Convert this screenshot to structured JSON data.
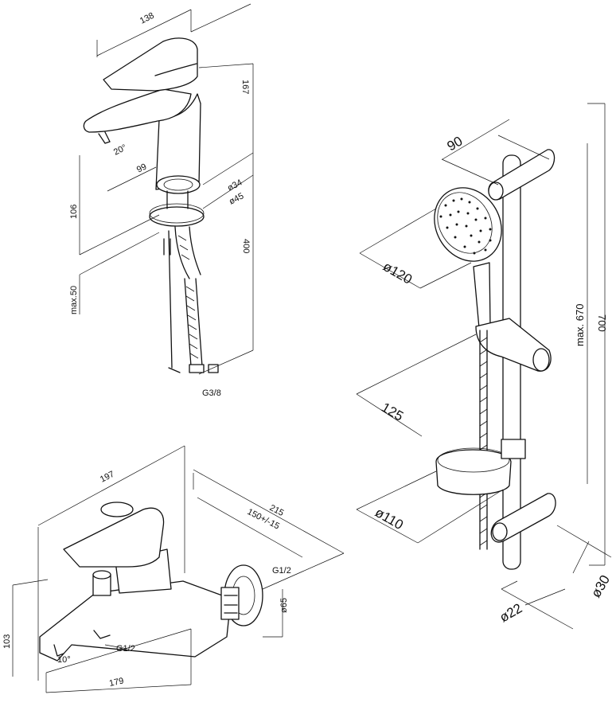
{
  "basin_mixer": {
    "dims": {
      "width": "138",
      "height": "167",
      "angle": "20°",
      "reach": "99",
      "hole_d1": "ø34",
      "hole_d2": "ø45",
      "deck_height": "106",
      "max_thickness": "max.50",
      "hose_length": "400",
      "thread": "G3/8"
    }
  },
  "bath_mixer": {
    "dims": {
      "width": "197",
      "centers": "215",
      "centers_tol": "150+/-15",
      "thread_top": "G1/2",
      "height": "103",
      "angle": "10°",
      "thread_bottom": "G1/2",
      "flange": "ø65",
      "length": "179"
    }
  },
  "shower_set": {
    "dims": {
      "bracket": "90",
      "head_d": "ø120",
      "max_height": "max. 670",
      "rail_length": "700",
      "holder": "125",
      "dish_d": "ø110",
      "rod_d": "ø22",
      "rod_d2": "ø30"
    }
  }
}
